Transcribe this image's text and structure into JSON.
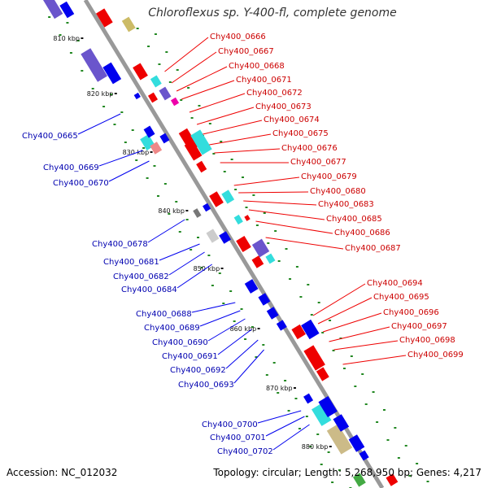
{
  "title": "Chloroflexus sp. Y-400-fl, complete genome",
  "footer": {
    "accession": "Accession: NC_012032",
    "topology": "Topology: circular; Length: 5,268,950 bp; Genes: 4,217"
  },
  "colors": {
    "backbone": "#999999",
    "red_gene": "#ee0000",
    "blue_gene": "#0000ee",
    "cyan_gene": "#33dddd",
    "purple_gene": "#6a55cc",
    "red_label": "#cc0000",
    "blue_label": "#0000b0",
    "green_dot": "#228822"
  },
  "ticks": [
    "810 kbp",
    "820 kbp",
    "830 kbp",
    "840 kbp",
    "850 kbp",
    "860 kbp",
    "870 kbp",
    "880 kbp"
  ],
  "labels_right": [
    "Chy400_0666",
    "Chy400_0667",
    "Chy400_0668",
    "Chy400_0671",
    "Chy400_0672",
    "Chy400_0673",
    "Chy400_0674",
    "Chy400_0675",
    "Chy400_0676",
    "Chy400_0677",
    "Chy400_0679",
    "Chy400_0680",
    "Chy400_0683",
    "Chy400_0685",
    "Chy400_0686",
    "Chy400_0687",
    "Chy400_0694",
    "Chy400_0695",
    "Chy400_0696",
    "Chy400_0697",
    "Chy400_0698",
    "Chy400_0699"
  ],
  "labels_left": [
    "Chy400_0665",
    "Chy400_0669",
    "Chy400_0670",
    "Chy400_0678",
    "Chy400_0681",
    "Chy400_0682",
    "Chy400_0684",
    "Chy400_0688",
    "Chy400_0689",
    "Chy400_0690",
    "Chy400_0691",
    "Chy400_0692",
    "Chy400_0693",
    "Chy400_0700",
    "Chy400_0701",
    "Chy400_0702"
  ]
}
